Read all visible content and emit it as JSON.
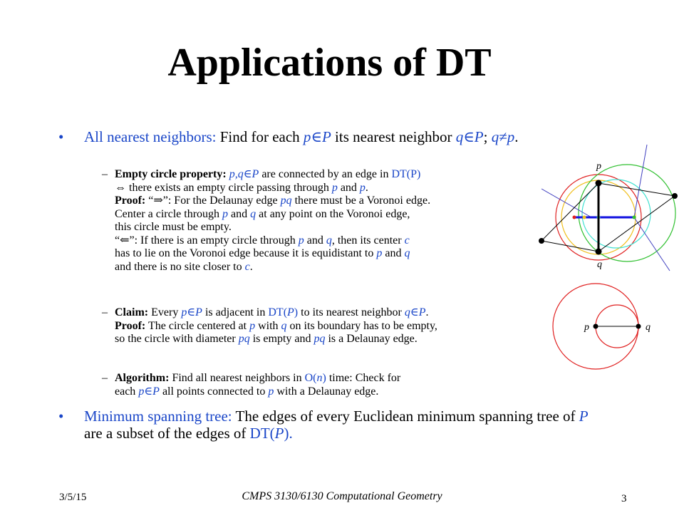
{
  "title": "Applications of DT",
  "bullet1": {
    "l_label": "All nearest neighbors:",
    "l_a": " Find for each ",
    "l_p1": "p",
    "l_in1": "∈",
    "l_P1": "P",
    "l_b": " its nearest neighbor ",
    "l_q": "q",
    "l_in2": "∈",
    "l_P2": "P",
    "l_c": "; ",
    "l_q2": "q",
    "l_ne": "≠",
    "l_p2": "p",
    "l_d": "."
  },
  "sub1": {
    "lines": [
      "Empty circle property:",
      "p,q∈P",
      "are connected by an edge in",
      "DT(P)",
      "⇔ there exists an empty circle passing through",
      "p",
      "and",
      "p",
      "Proof:",
      "“⇒”: For the Delaunay edge",
      "pq",
      "there must be a Voronoi edge.",
      "Center a circle through",
      "p",
      "and",
      "q",
      "at any point on the Voronoi edge,",
      "this circle must be empty.",
      "“⇐”: If there is an empty circle through",
      "p",
      "and",
      "q",
      ", then its center",
      "c",
      "has to lie on the Voronoi edge because it is equidistant to",
      "p",
      "and",
      "q",
      "and there is no site closer to",
      "c"
    ]
  },
  "sub2": {
    "claim": "Claim:",
    "c1": " Every ",
    "c_p": "p",
    "c_in": "∈",
    "c_P": "P",
    "c2": " is adjacent in ",
    "c_dt": "DT(",
    "c_dtP": "P",
    "c_dt2": ")",
    "c3": " to its nearest neighbor ",
    "c_q": "q",
    "c_in2": "∈",
    "c_P2": "P",
    "c4": ".",
    "proof": "Proof:",
    "p1": " The circle centered at ",
    "p_p": "p",
    "p2": " with ",
    "p_q": "q",
    "p3": " on its boundary has to be empty,",
    "p4": "so the circle with diameter ",
    "p_pq": "pq",
    "p5": " is empty and ",
    "p_pq2": "pq",
    "p6": " is a Delaunay edge."
  },
  "sub3": {
    "alg": "Algorithm:",
    "a1": " Find all nearest neighbors in ",
    "a_o": "O(",
    "a_n": "n",
    "a_o2": ")",
    "a2": " time: Check for",
    "a3": "each ",
    "a_p": "p",
    "a_in": "∈",
    "a_P": "P",
    "a4": " all points connected to ",
    "a_p2": "p",
    "a5": " with a Delaunay edge."
  },
  "bullet2": {
    "label": "Minimum spanning tree:",
    "t1": " The edges of every Euclidean minimum spanning tree of ",
    "P": "P",
    "t2": " are a subset of the edges of ",
    "dt": "DT(",
    "dtP": "P",
    "dt2": ").",
    "dot": "•"
  },
  "fig1": {
    "p": "p",
    "q": "q"
  },
  "fig2": {
    "p": "p",
    "q": "q"
  },
  "footer": {
    "date": "3/5/15",
    "course": "CMPS 3130/6130 Computational Geometry",
    "page": "3"
  },
  "colors": {
    "accent": "#1a46c8",
    "red": "#e02020",
    "green": "#30c030",
    "orange": "#f0c020",
    "cyan": "#40e0d0"
  }
}
